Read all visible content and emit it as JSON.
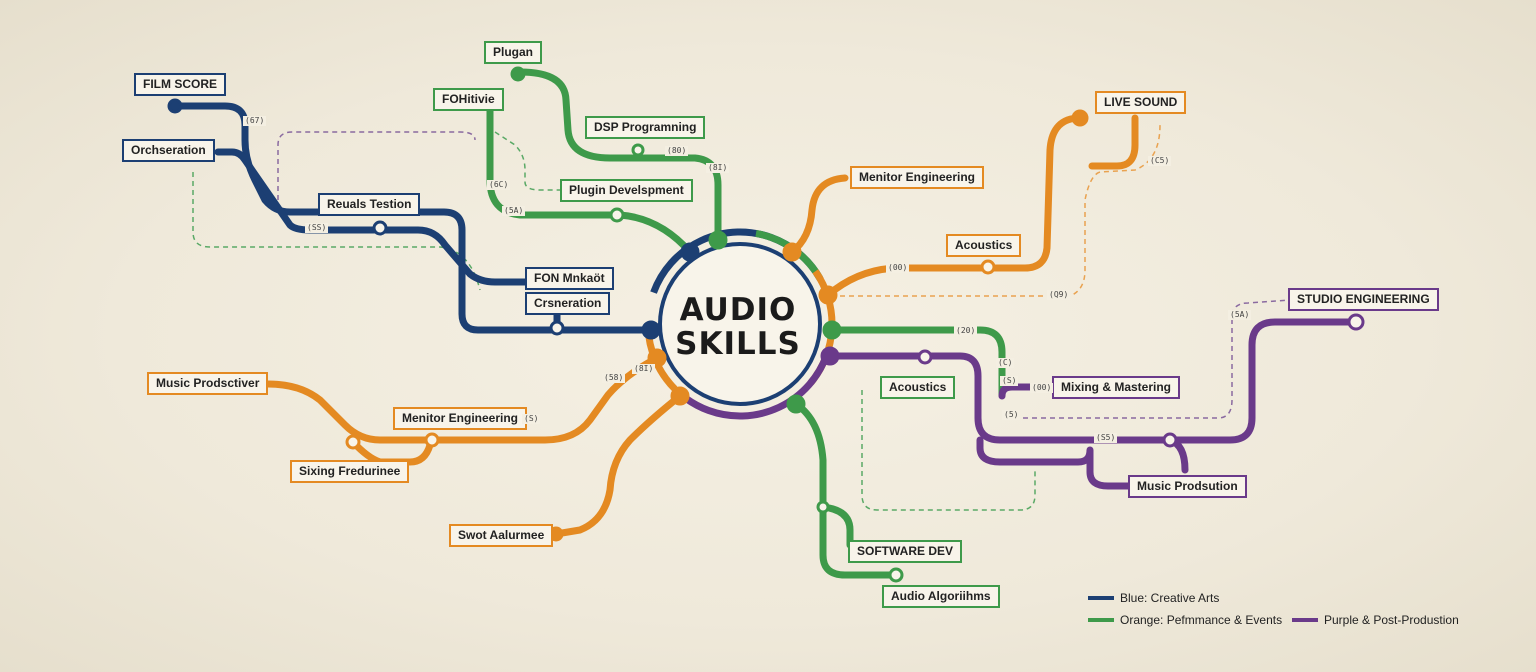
{
  "colors": {
    "blue": "#1c3f73",
    "green": "#3e9a4a",
    "orange": "#e48a22",
    "purple": "#6a3a8a",
    "background": "#f2ecdf"
  },
  "hub": {
    "line1": "AUDIO",
    "line2": "SKILLS"
  },
  "labels": {
    "film_score": "FILM SCORE",
    "orchestration": "Orchseration",
    "result_testion": "Reuals Testion",
    "fon_market": "FON Mnkaöt",
    "generation": "Crsneration",
    "plugin": "Plugan",
    "fohitivie": "FOHitivie",
    "dsp_programming": "DSP Programning",
    "plugin_development": "Plugin Develspment",
    "monitor_engineering_right": "Menitor Engineering",
    "live_sound": "LIVE SOUND",
    "acoustics_upper": "Acoustics",
    "studio_engineering": "STUDIO ENGINEERING",
    "acoustics_lower": "Acoustics",
    "mixing_mastering": "Mixing & Mastering",
    "music_production_right": "Music Prodsution",
    "software_dev": "SOFTWARE DEV",
    "audio_algorithms": "Audio Algoriihms",
    "music_producer_left": "Music Prodsctiver",
    "monitor_engineering_left": "Menitor Engineering",
    "sixing_frequency": "Sixing Fredurinee",
    "sound_adjustment": "Swot Aalurmee"
  },
  "tags": {
    "t1": "(67)",
    "t2": "(SS)",
    "t3": "(80)",
    "t4": "(8I)",
    "t5": "(6C)",
    "t6": "(5A)",
    "t7": "(00)",
    "t8": "(C5)",
    "t9": "(Q9)",
    "t10": "(5A)",
    "t11": "(20)",
    "t12": "(C)",
    "t13": "(00)",
    "t14": "(5)",
    "t15": "(S5)",
    "t16": "(S)",
    "t17": "(58)",
    "t18": "(8I)",
    "t19": "(S)"
  },
  "legend": {
    "blue": "Blue: Creative Arts",
    "orange": "Orange: Pefmmance & Events",
    "purple": "Purple & Post-Produstion"
  }
}
